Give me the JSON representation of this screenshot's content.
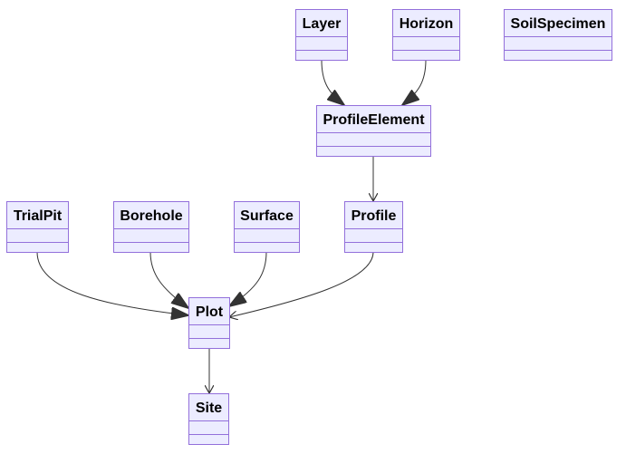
{
  "diagram": {
    "type": "class-diagram",
    "colors": {
      "box_fill": "#ECECFF",
      "box_stroke": "#9370DB",
      "edge": "#333333",
      "text": "#000000"
    },
    "classes": [
      {
        "id": "layer",
        "name": "Layer"
      },
      {
        "id": "horizon",
        "name": "Horizon"
      },
      {
        "id": "soilspecimen",
        "name": "SoilSpecimen"
      },
      {
        "id": "profileelement",
        "name": "ProfileElement"
      },
      {
        "id": "trialpit",
        "name": "TrialPit"
      },
      {
        "id": "borehole",
        "name": "Borehole"
      },
      {
        "id": "surface",
        "name": "Surface"
      },
      {
        "id": "profile",
        "name": "Profile"
      },
      {
        "id": "plot",
        "name": "Plot"
      },
      {
        "id": "site",
        "name": "Site"
      }
    ],
    "relations": [
      {
        "from": "layer",
        "to": "profileelement",
        "kind": "inheritance"
      },
      {
        "from": "horizon",
        "to": "profileelement",
        "kind": "inheritance"
      },
      {
        "from": "profileelement",
        "to": "profile",
        "kind": "association"
      },
      {
        "from": "trialpit",
        "to": "plot",
        "kind": "inheritance"
      },
      {
        "from": "borehole",
        "to": "plot",
        "kind": "inheritance"
      },
      {
        "from": "surface",
        "to": "plot",
        "kind": "inheritance"
      },
      {
        "from": "profile",
        "to": "plot",
        "kind": "association"
      },
      {
        "from": "plot",
        "to": "site",
        "kind": "association"
      }
    ]
  }
}
